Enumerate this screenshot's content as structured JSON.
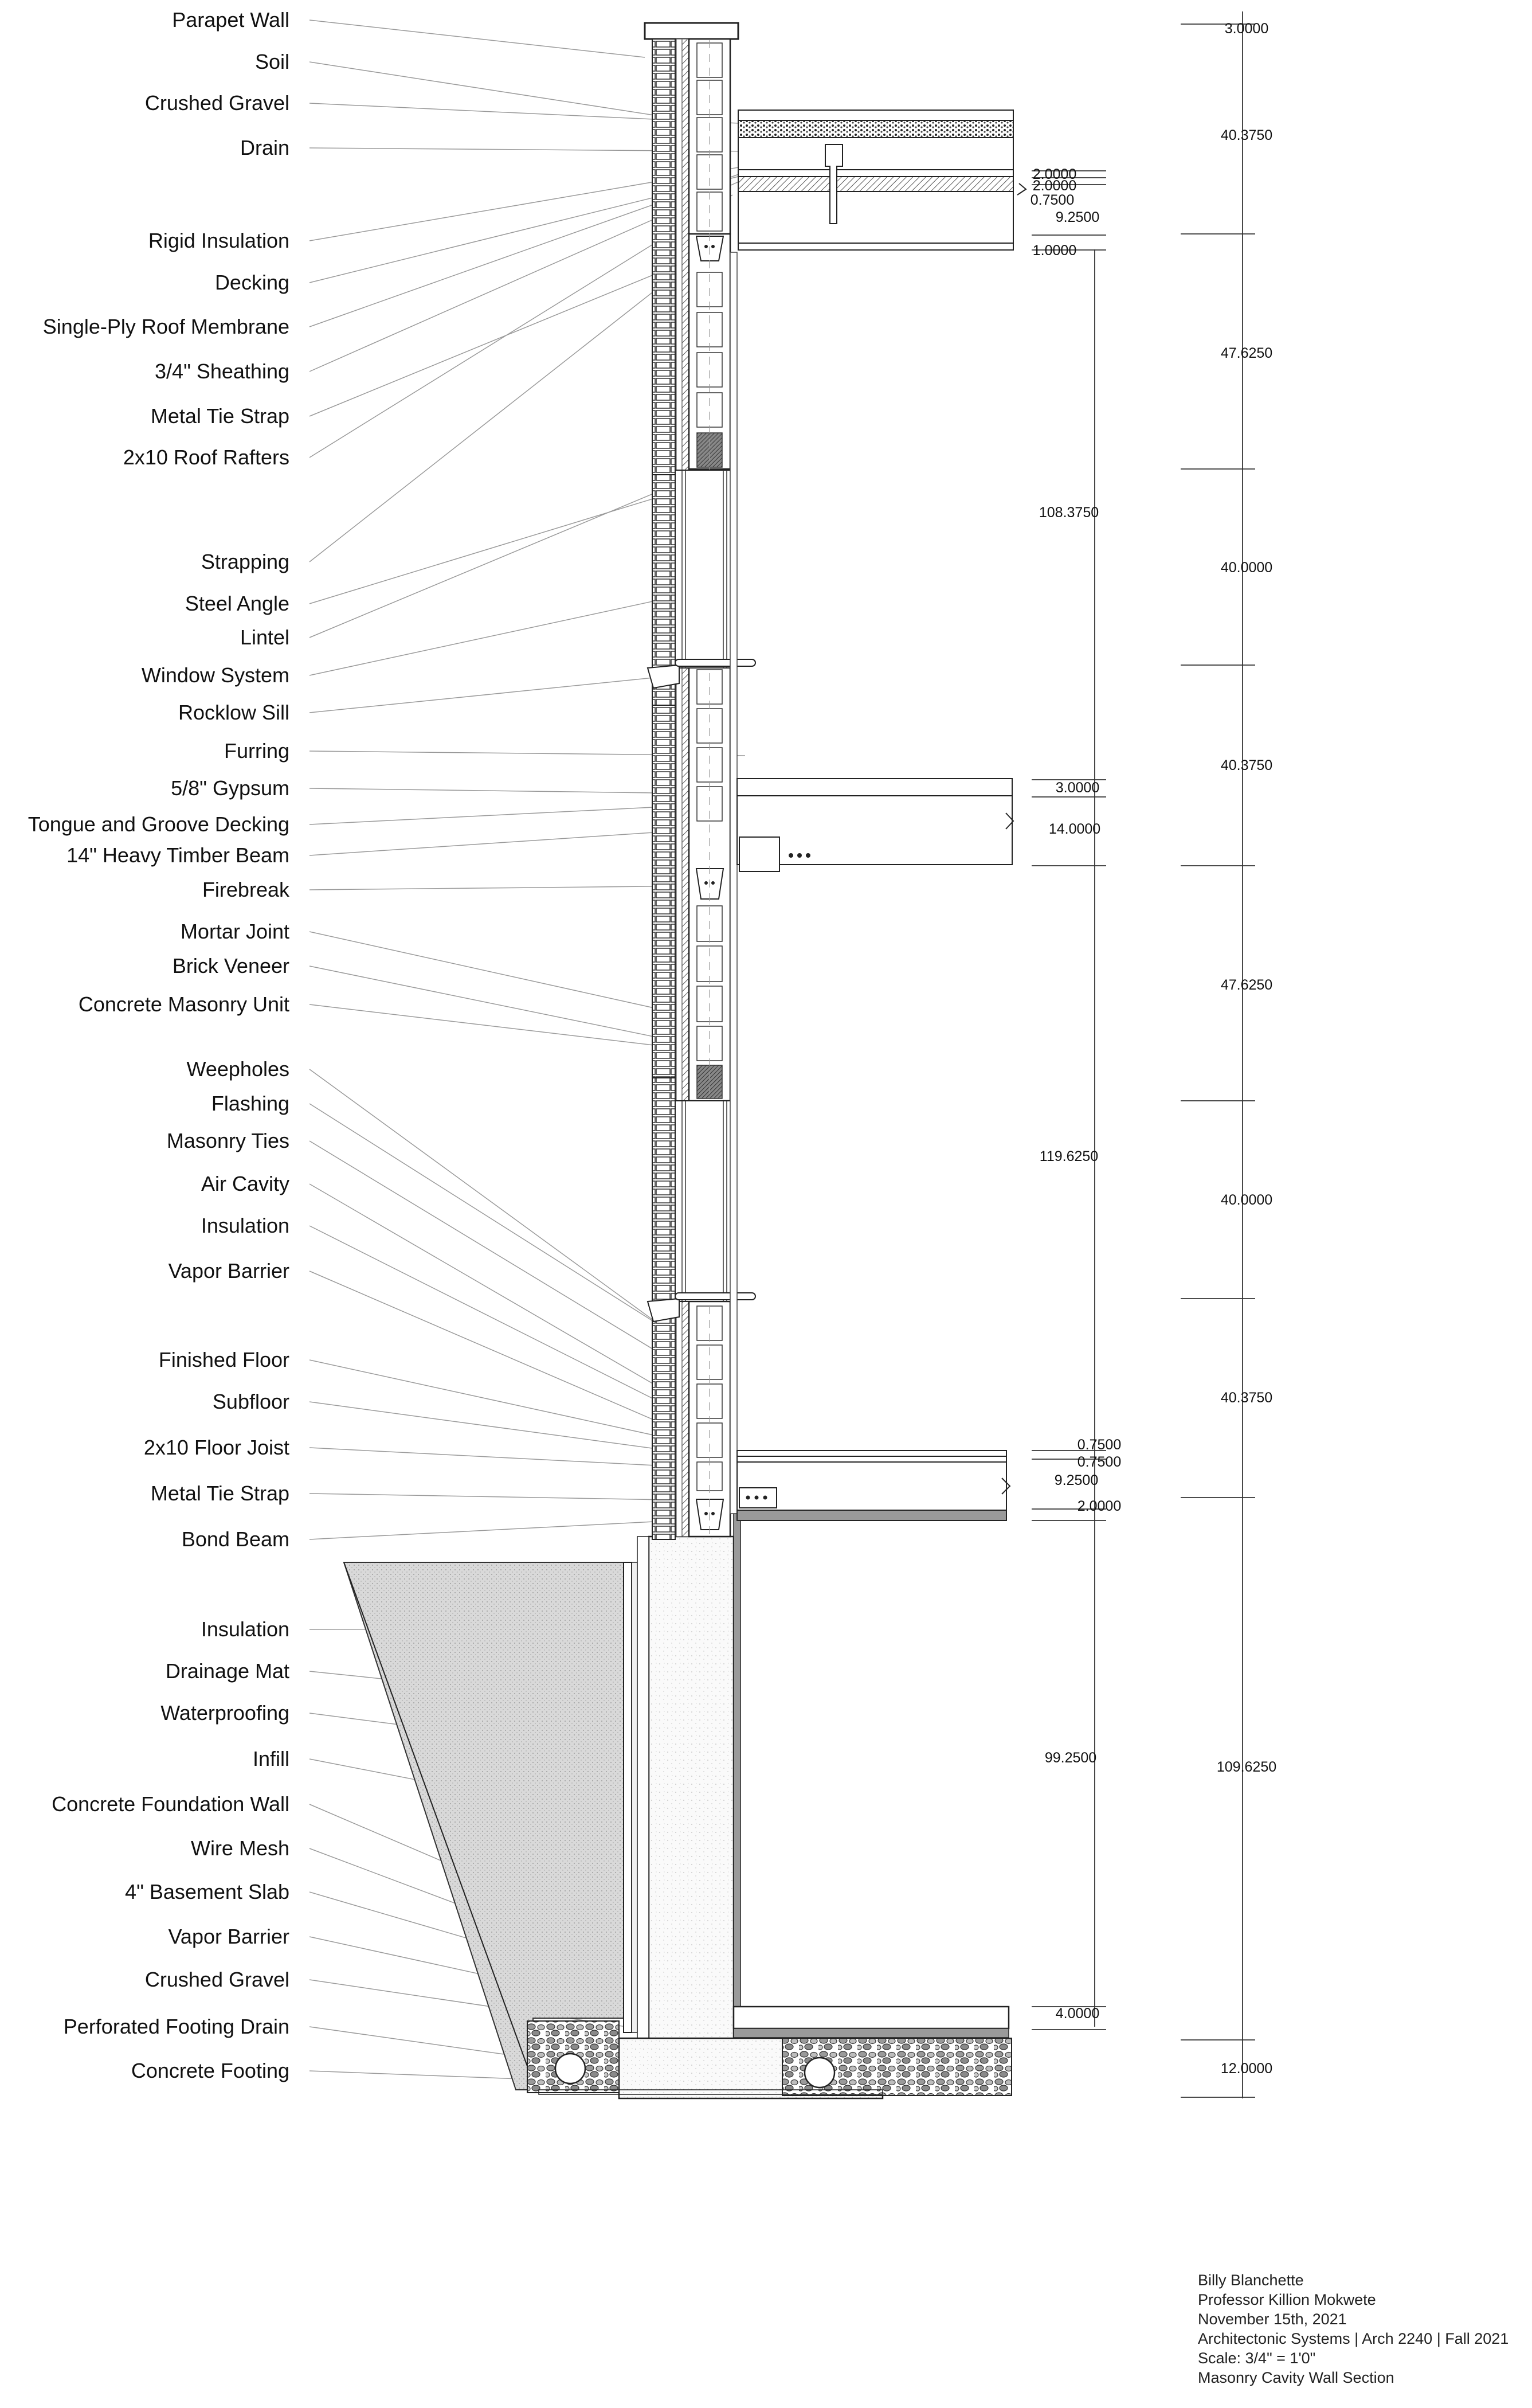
{
  "labels": [
    "Parapet Wall",
    "Soil",
    "Crushed Gravel",
    "Drain",
    "Rigid Insulation",
    "Decking",
    "Single-Ply Roof Membrane",
    "3/4\" Sheathing",
    "Metal Tie Strap",
    "2x10 Roof Rafters",
    "Strapping",
    "Steel Angle",
    "Lintel",
    "Window System",
    "Rocklow Sill",
    "Furring",
    "5/8\" Gypsum",
    "Tongue and Groove Decking",
    "14\" Heavy Timber Beam",
    "Firebreak",
    "Mortar Joint",
    "Brick Veneer",
    "Concrete Masonry Unit",
    "Weepholes",
    "Flashing",
    "Masonry Ties",
    "Air Cavity",
    "Insulation",
    "Vapor Barrier",
    "Finished Floor",
    "Subfloor",
    "2x10 Floor Joist",
    "Metal Tie Strap",
    "Bond Beam",
    "Insulation",
    "Drainage Mat",
    "Waterproofing",
    "Infill",
    "Concrete Foundation Wall",
    "Wire Mesh",
    "4\" Basement Slab",
    "Vapor Barrier",
    "Crushed Gravel",
    "Perforated Footing Drain",
    "Concrete Footing"
  ],
  "detail_dims": [
    "2.0000",
    "2.0000",
    "0.7500",
    "9.2500",
    "1.0000",
    "108.3750",
    "3.0000",
    "14.0000",
    "119.6250",
    "0.7500",
    "0.7500",
    "9.2500",
    "2.0000",
    "99.2500",
    "4.0000"
  ],
  "overall_dims": [
    "3.0000",
    "40.3750",
    "47.6250",
    "40.0000",
    "40.3750",
    "47.6250",
    "40.0000",
    "40.3750",
    "109.6250",
    "12.0000"
  ],
  "title_block": {
    "author": "Billy Blanchette",
    "professor": "Professor Killion Mokwete",
    "date": "November 15th, 2021",
    "course": "Architectonic Systems | Arch 2240 | Fall 2021",
    "scale": "Scale: 3/4\" = 1'0\"",
    "sheet_title": "Masonry Cavity Wall Section"
  }
}
